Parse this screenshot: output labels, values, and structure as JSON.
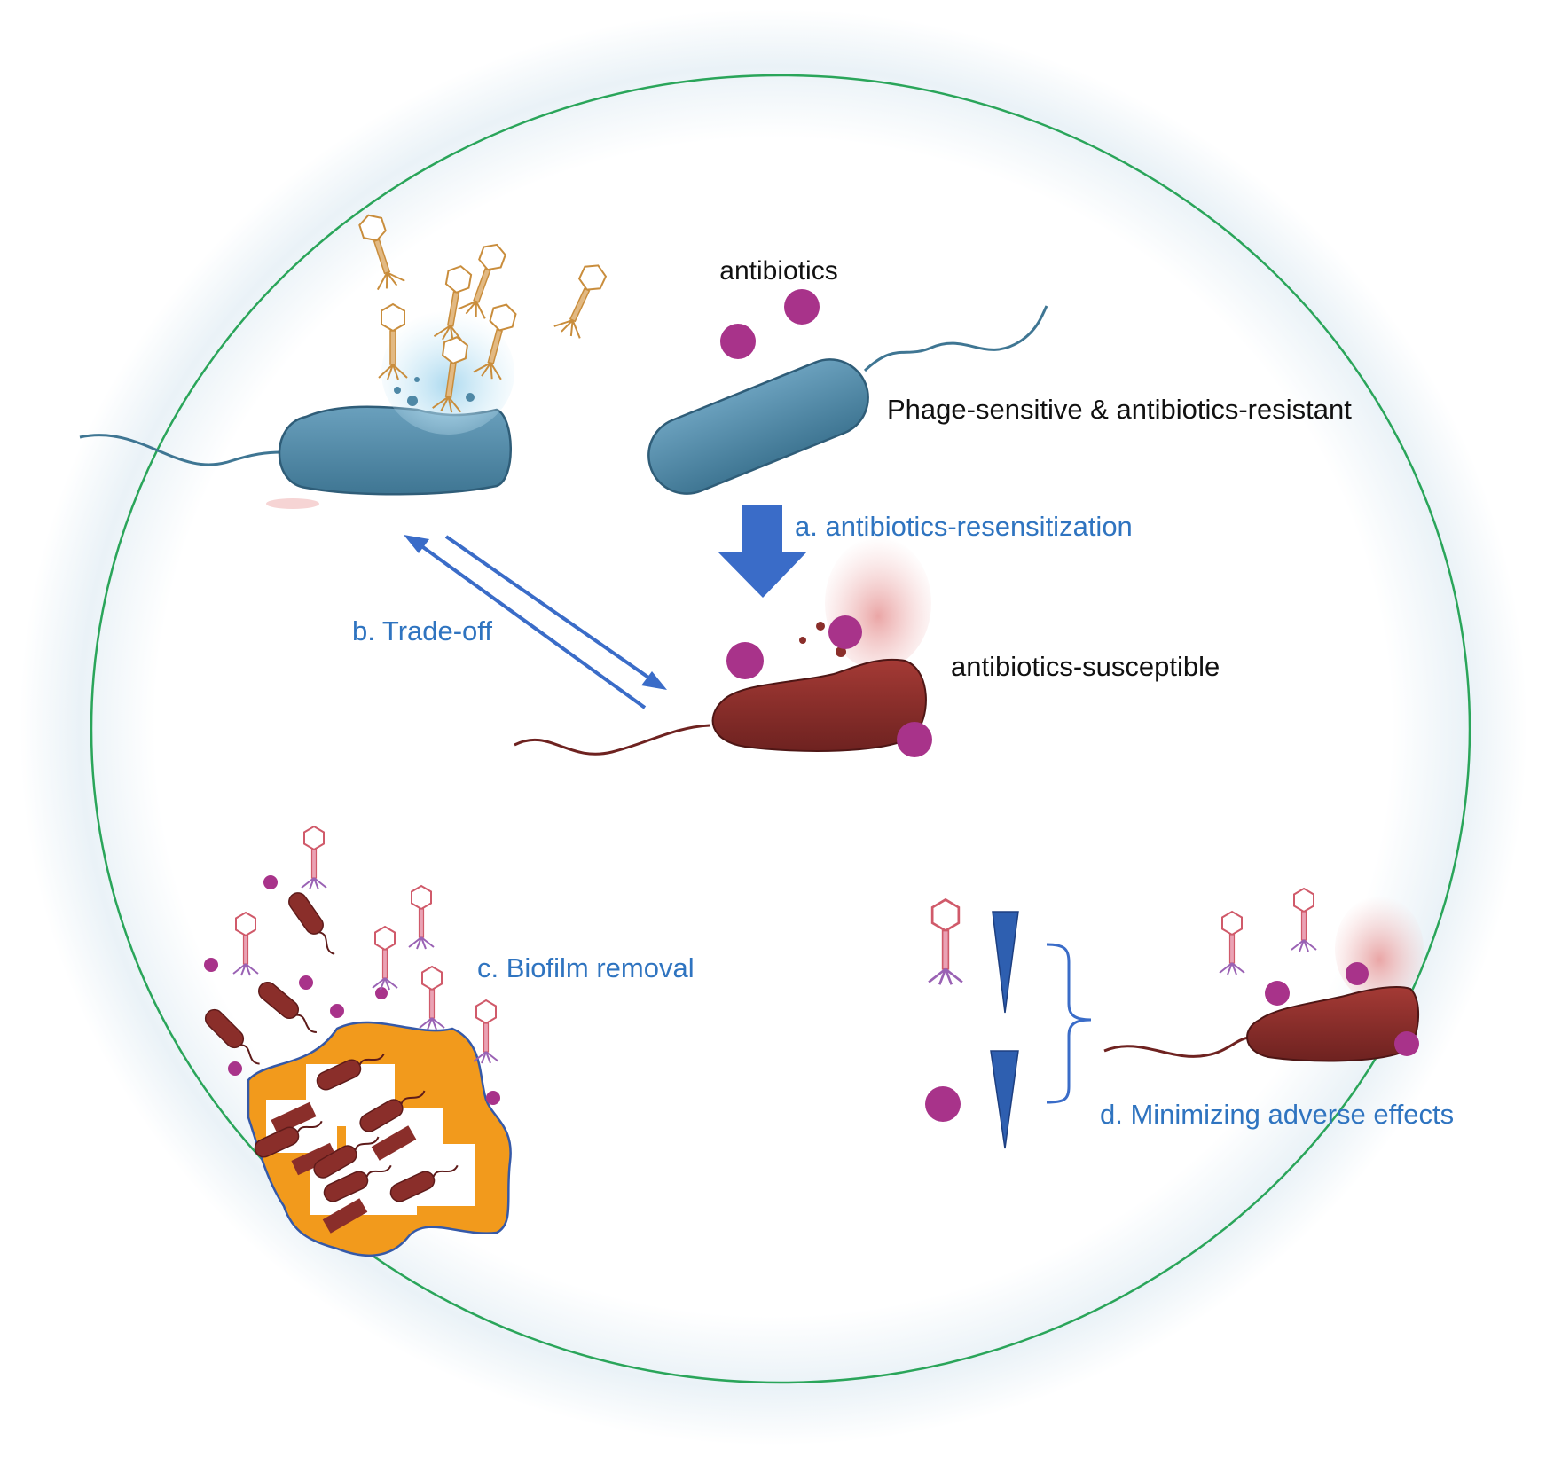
{
  "labels": {
    "antibiotics": "antibiotics",
    "phage_sensitive": "Phage-sensitive & antibiotics-resistant",
    "resensitization": "a. antibiotics-resensitization",
    "tradeoff": "b. Trade-off",
    "susceptible": "antibiotics-susceptible",
    "biofilm": "c. Biofilm removal",
    "adverse": "d. Minimizing adverse effects"
  },
  "colors": {
    "ring": "#2aa55a",
    "arrow_blue": "#3a6cc8",
    "label_blue": "#2f74c0",
    "bacterium_blue": "#4e88a6",
    "bacterium_red": "#8a2e2a",
    "antibiotic_dot": "#a8338a",
    "phage_orange": "#c98d3c",
    "phage_pink": "#d05a6a",
    "biofilm_orange": "#f29a1c"
  },
  "icons": [
    "phage-icon",
    "antibiotic-dot-icon",
    "bacterium-icon",
    "biofilm-icon",
    "burst-icon",
    "arrow-icon",
    "wedge-icon",
    "bracket-icon"
  ]
}
